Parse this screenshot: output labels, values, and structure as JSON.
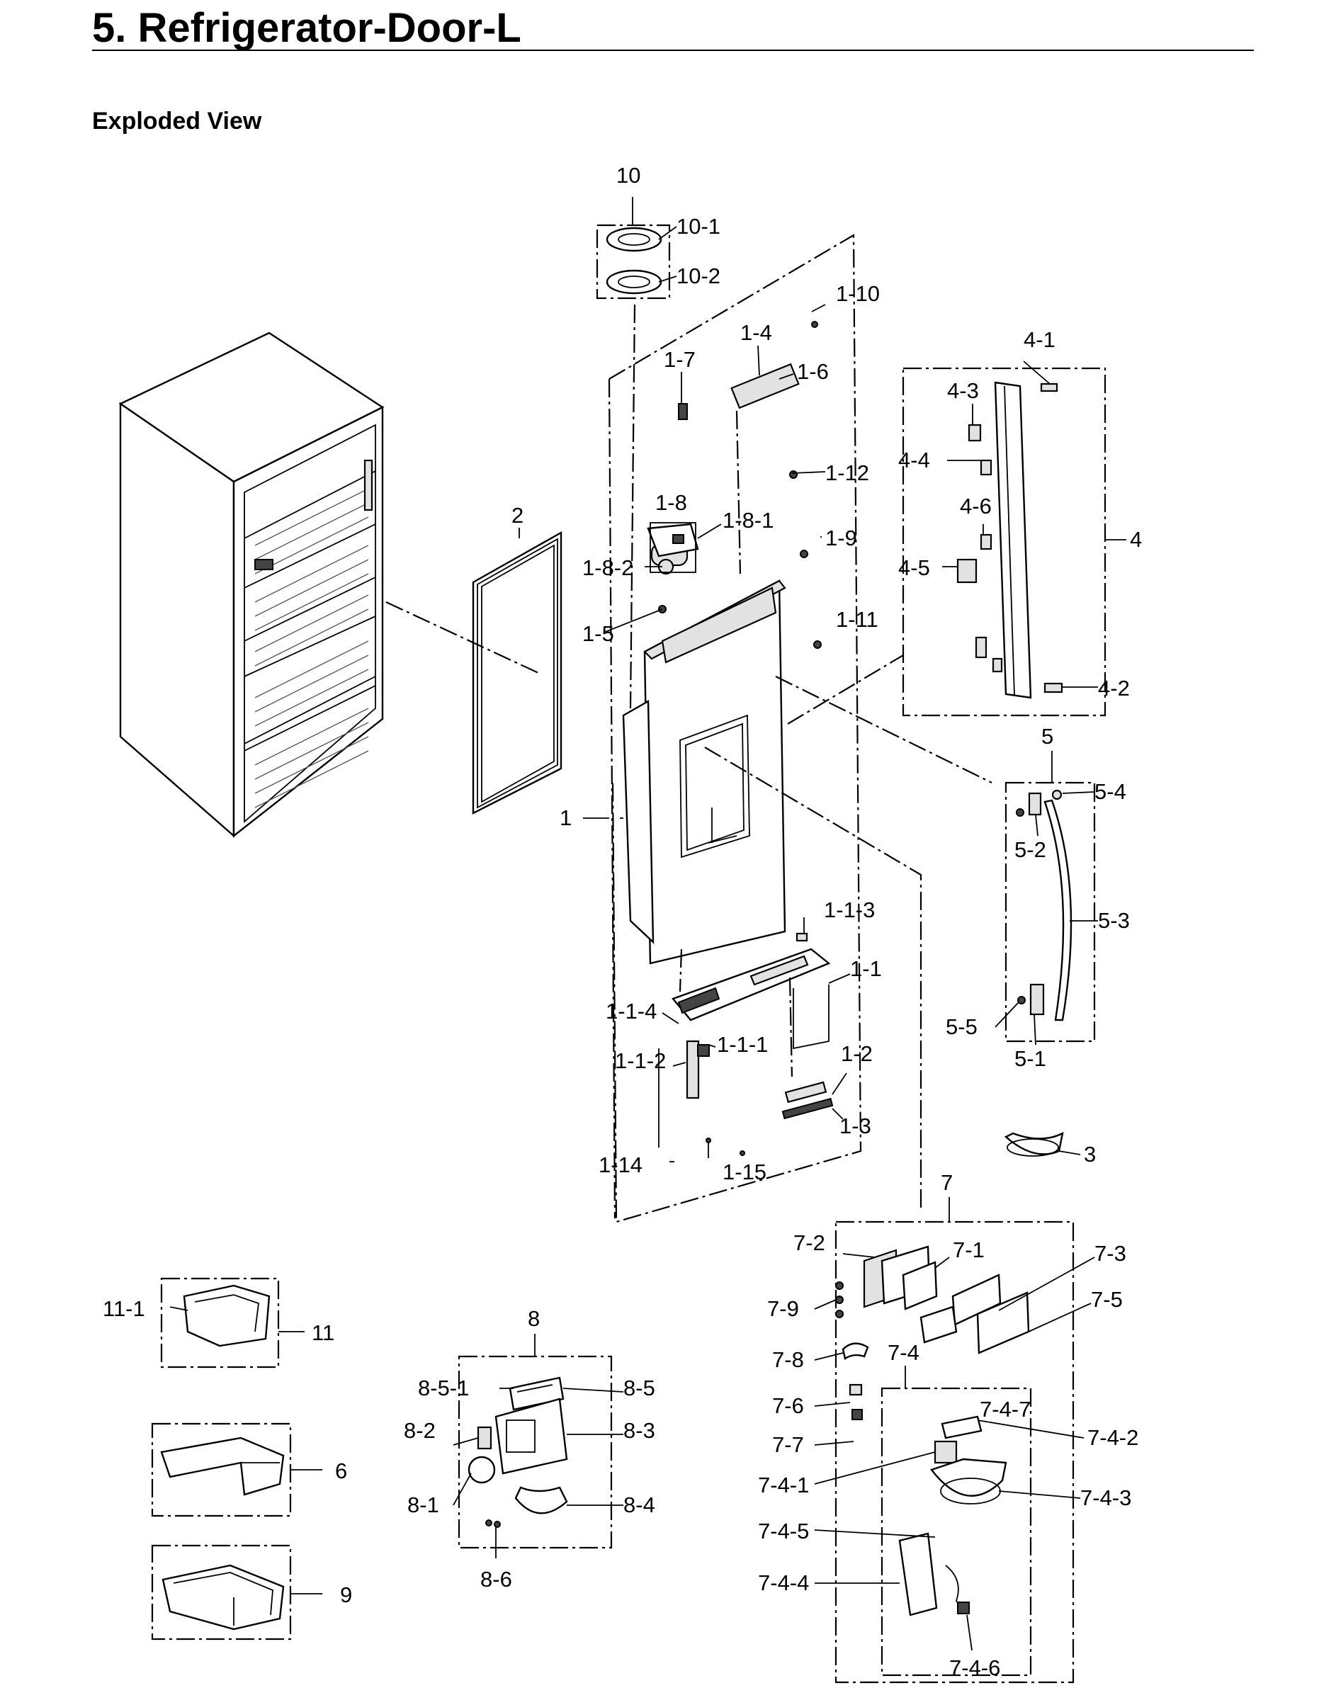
{
  "page": {
    "title": "5.  Refrigerator-Door-L",
    "subtitle": "Exploded View"
  },
  "callouts": [
    "10",
    "10-1",
    "10-2",
    "1-10",
    "1-4",
    "1-7",
    "1-6",
    "1-12",
    "1-8",
    "1-8-1",
    "1-8-2",
    "1-9",
    "1-5",
    "1-11",
    "2",
    "1",
    "1-1-3",
    "1-1",
    "1-1-4",
    "1-1-1",
    "1-1-2",
    "1-2",
    "1-3",
    "1-14",
    "1-15",
    "4-1",
    "4-3",
    "4-4",
    "4-6",
    "4",
    "4-5",
    "4-2",
    "5",
    "5-4",
    "5-2",
    "5-3",
    "5-5",
    "5-1",
    "3",
    "7",
    "7-2",
    "7-1",
    "7-3",
    "7-9",
    "7-5",
    "7-8",
    "7-4",
    "7-6",
    "7-4-7",
    "7-7",
    "7-4-2",
    "7-4-1",
    "7-4-3",
    "7-4-5",
    "7-4-4",
    "7-4-6",
    "8",
    "8-5-1",
    "8-5",
    "8-2",
    "8-3",
    "8-1",
    "8-4",
    "8-6",
    "11-1",
    "11",
    "6",
    "9"
  ]
}
